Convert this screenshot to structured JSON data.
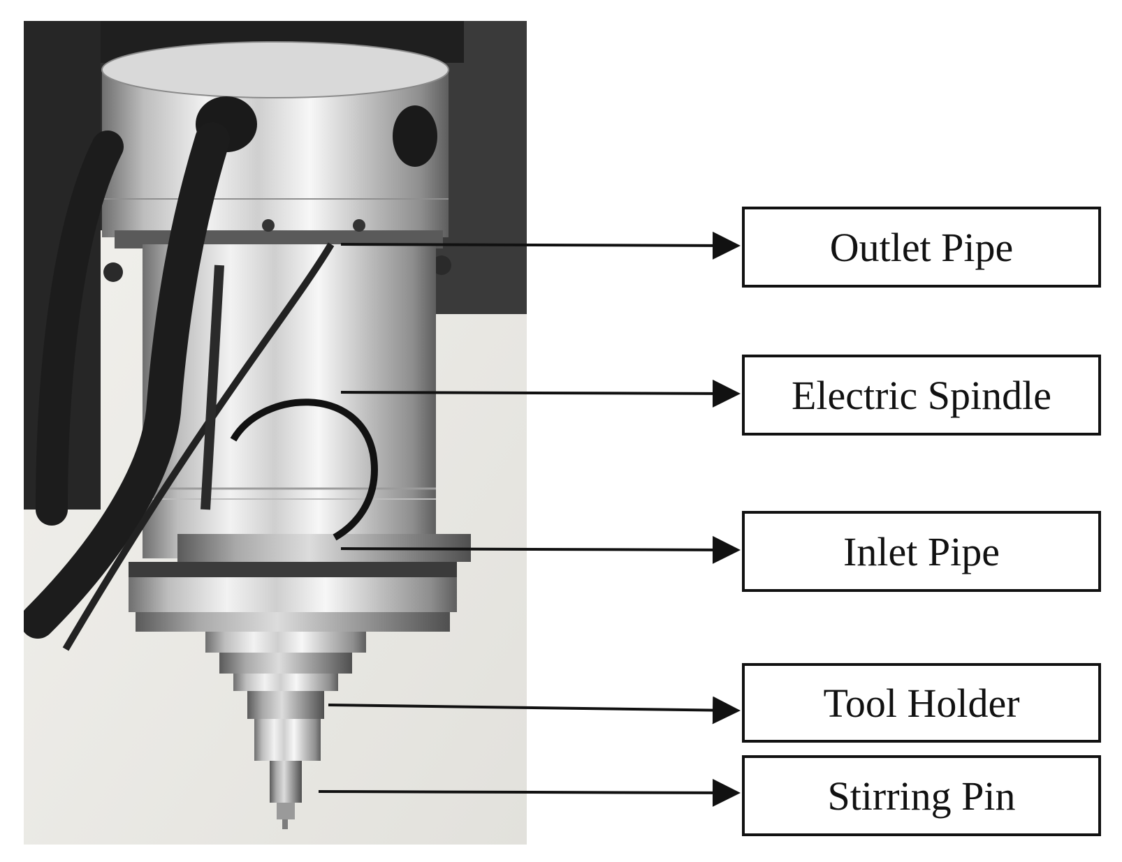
{
  "labels": {
    "outlet_pipe": "Outlet Pipe",
    "electric_spindle": "Electric Spindle",
    "inlet_pipe": "Inlet Pipe",
    "tool_holder": "Tool Holder",
    "stirring_pin": "Stirring Pin"
  },
  "colors": {
    "line": "#111111",
    "metal_light": "#e6e6e6",
    "metal_mid": "#b9b9b9",
    "metal_dark": "#7d7d7d",
    "cable": "#1c1c1c",
    "wall": "#ecebe6",
    "dark_background": "#2b2b2b"
  }
}
